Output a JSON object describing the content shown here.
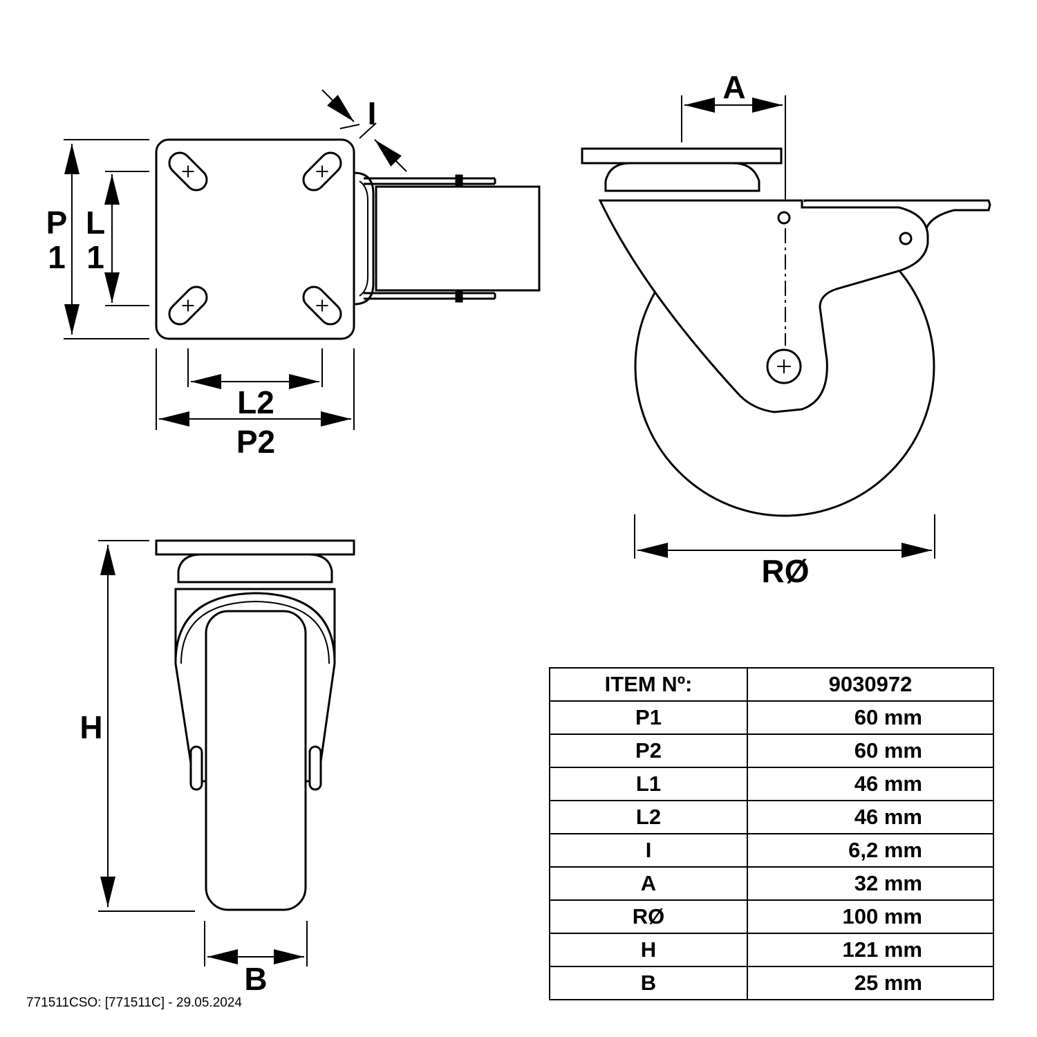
{
  "labels": {
    "p1": "P 1",
    "l1": "L 1",
    "l2": "L2",
    "p2": "P2",
    "i": "I",
    "a": "A",
    "r_diameter": "RØ",
    "h": "H",
    "b": "B"
  },
  "table": {
    "header_key": "ITEM Nº:",
    "header_value": "9030972",
    "rows": [
      {
        "key": "P1",
        "value": "60 mm"
      },
      {
        "key": "P2",
        "value": "60 mm"
      },
      {
        "key": "L1",
        "value": "46 mm"
      },
      {
        "key": "L2",
        "value": "46 mm"
      },
      {
        "key": "I",
        "value": "6,2 mm"
      },
      {
        "key": "A",
        "value": "32 mm"
      },
      {
        "key": "RØ",
        "value": "100 mm"
      },
      {
        "key": "H",
        "value": "121 mm"
      },
      {
        "key": "B",
        "value": "25 mm"
      }
    ]
  },
  "footer": "771511CSO: [771511C] - 29.05.2024"
}
